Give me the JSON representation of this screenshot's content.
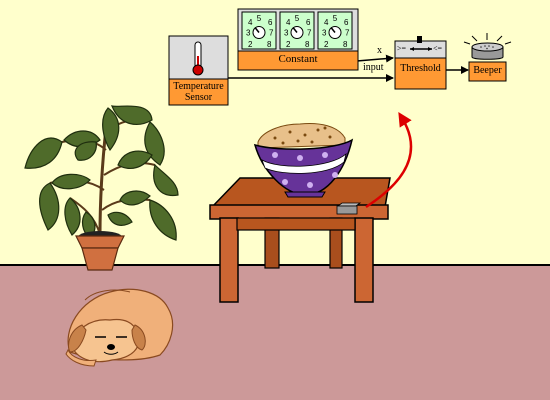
{
  "blocks": {
    "temperature_sensor": {
      "label_line1": "Temperature",
      "label_line2": "Sensor"
    },
    "constant": {
      "label": "Constant",
      "dials": [
        {
          "top": "5",
          "left": "4",
          "right": "6",
          "lower_left": "3",
          "lower_right": "7",
          "bottom_left": "2",
          "bottom_right": "8"
        },
        {
          "top": "5",
          "left": "4",
          "right": "6",
          "lower_left": "3",
          "lower_right": "7",
          "bottom_left": "2",
          "bottom_right": "8"
        },
        {
          "top": "5",
          "left": "4",
          "right": "6",
          "lower_left": "3",
          "lower_right": "7",
          "bottom_left": "2",
          "bottom_right": "8"
        }
      ]
    },
    "threshold": {
      "label": "Threshold",
      "symbol_left": ">=",
      "symbol_right": "<="
    },
    "beeper": {
      "label": "Beeper"
    }
  },
  "connections": {
    "x_label": "x",
    "input_label": "input"
  },
  "colors": {
    "wall": "#ffffcc",
    "floor": "#cc9999",
    "block_orange": "#ff9933",
    "dial_panel": "#ccffcc",
    "bowl_purple": "#663399",
    "table_brown": "#cc6633",
    "arrow_red": "#dd0000"
  }
}
